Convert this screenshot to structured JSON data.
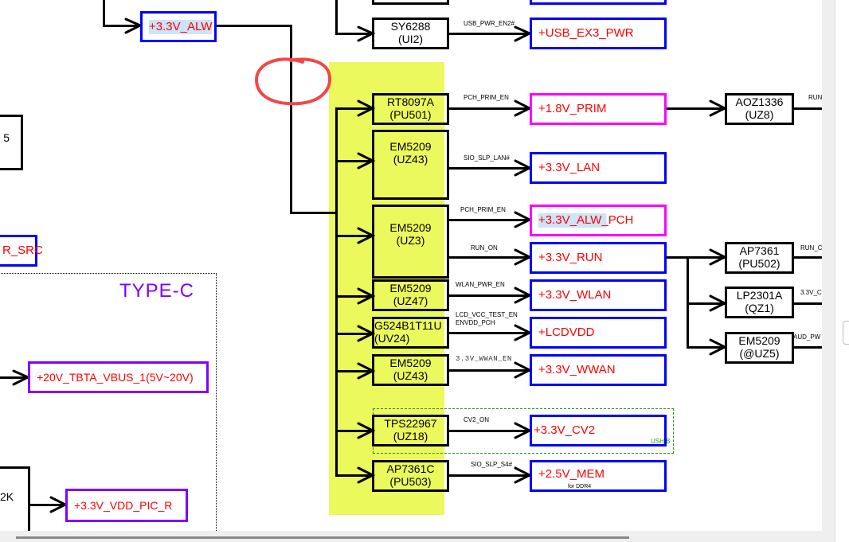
{
  "diagram": {
    "source_rail": "+3.3V_ALW",
    "section_title": "TYPE-C",
    "left_partial": {
      "box_text_1": "5",
      "rail_src": "R_SRC",
      "box_text_2": "2K"
    },
    "type_c_rails": {
      "vbus": "+20V_TBTA_VBUS_1(5V~20V)",
      "vdd_pic": "+3.3V_VDD_PIC_R"
    },
    "top_branch": {
      "chip": {
        "name": "SY6288",
        "ref": "(UI2)"
      },
      "signal": "USB_PWR_EN2#",
      "rail": "+USB_EX3_PWR"
    },
    "regulators": [
      {
        "name": "RT8097A",
        "ref": "(PU501)",
        "signal": "PCH_PRIM_EN",
        "rail": "+1.8V_PRIM",
        "rail_color": "pink"
      },
      {
        "name": "EM5209",
        "ref": "(UZ43)",
        "signal": "SIO_SLP_LAN#",
        "rail": "+3.3V_LAN",
        "rail_color": "blue"
      },
      {
        "name": "EM5209",
        "ref": "(UZ3)",
        "signal": "PCH_PRIM_EN",
        "rail": "+3.3V_ALW_PCH",
        "rail_color": "pink",
        "signal2": "RUN_ON",
        "rail2": "+3.3V_RUN"
      },
      {
        "name": "EM5209",
        "ref": "(UZ47)",
        "signal": "WLAN_PWR_EN",
        "rail": "+3.3V_WLAN",
        "rail_color": "blue"
      },
      {
        "name": "G524B1T11U",
        "ref": "(UV24)",
        "signal": "LCD_VCC_TEST_EN",
        "signal_b": "ENVDD_PCH",
        "rail": "+LCDVDD",
        "rail_color": "blue"
      },
      {
        "name": "EM5209",
        "ref": "(UZ43)",
        "signal": "3.3V_WWAN_EN",
        "rail": "+3.3V_WWAN",
        "rail_color": "blue"
      },
      {
        "name": "TPS22967",
        "ref": "(UZ18)",
        "signal": "CV2_ON",
        "rail": "+3.3V_CV2",
        "rail_color": "blue",
        "group_note": "USH/B"
      },
      {
        "name": "AP7361C",
        "ref": "(PU503)",
        "signal": "SIO_SLP_S4#",
        "rail": "+2.5V_MEM",
        "rail_color": "blue",
        "note": "for DDR4"
      }
    ],
    "downstream": [
      {
        "name": "AOZ1336",
        "ref": "(UZ8)",
        "signal": "RUN"
      },
      {
        "name": "AP7361",
        "ref": "(PU502)",
        "signal": "RUN_C"
      },
      {
        "name": "LP2301A",
        "ref": "(QZ1)",
        "signal": "3.3V_C"
      },
      {
        "name": "EM5209",
        "ref": "(@UZ5)",
        "signal": "AUD_PW"
      }
    ]
  },
  "colors": {
    "highlight": "#ebf95c",
    "rail_blue": "#0000ff",
    "rail_pink": "#ff00ff",
    "rail_purple": "#8000ff",
    "rail_text": "#ff0000",
    "annotation_circle": "#f04848"
  }
}
